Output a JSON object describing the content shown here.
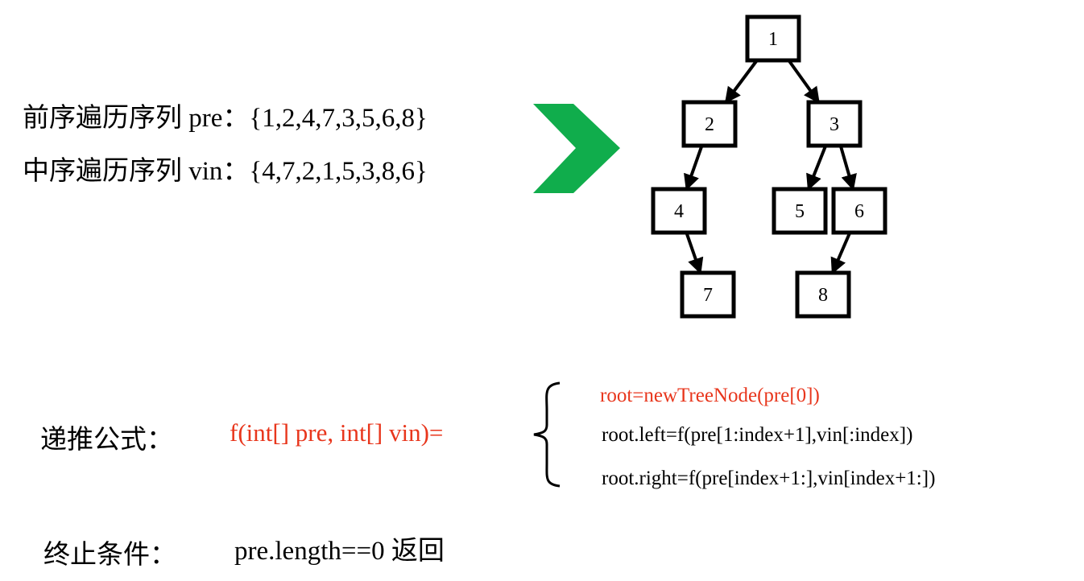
{
  "sequences": {
    "pre": {
      "label": "前序遍历序列",
      "name": "pre",
      "sep": "：",
      "values": "{1,2,4,7,3,5,6,8}"
    },
    "vin": {
      "label": "中序遍历序列",
      "name": "vin",
      "sep": "：",
      "values": "{4,7,2,1,5,3,8,6}"
    }
  },
  "arrow_color": "#10ad4c",
  "tree": {
    "nodes": [
      {
        "id": "1",
        "label": "1"
      },
      {
        "id": "2",
        "label": "2"
      },
      {
        "id": "3",
        "label": "3"
      },
      {
        "id": "4",
        "label": "4"
      },
      {
        "id": "5",
        "label": "5"
      },
      {
        "id": "6",
        "label": "6"
      },
      {
        "id": "7",
        "label": "7"
      },
      {
        "id": "8",
        "label": "8"
      }
    ],
    "edges": [
      {
        "from": "1",
        "to": "2"
      },
      {
        "from": "1",
        "to": "3"
      },
      {
        "from": "2",
        "to": "4"
      },
      {
        "from": "4",
        "to": "7"
      },
      {
        "from": "3",
        "to": "5"
      },
      {
        "from": "3",
        "to": "6"
      },
      {
        "from": "6",
        "to": "8"
      }
    ]
  },
  "formula": {
    "label": "递推公式：",
    "lhs": "f(int[] pre, int[] vin)=",
    "lines": [
      "root=newTreeNode(pre[0])",
      "root.left=f(pre[1:index+1],vin[:index])",
      "root.right=f(pre[index+1:],vin[index+1:])"
    ],
    "highlight_color": "#e8361c"
  },
  "termination": {
    "label": "终止条件：",
    "condition": "pre.length==0",
    "action": "返回"
  }
}
